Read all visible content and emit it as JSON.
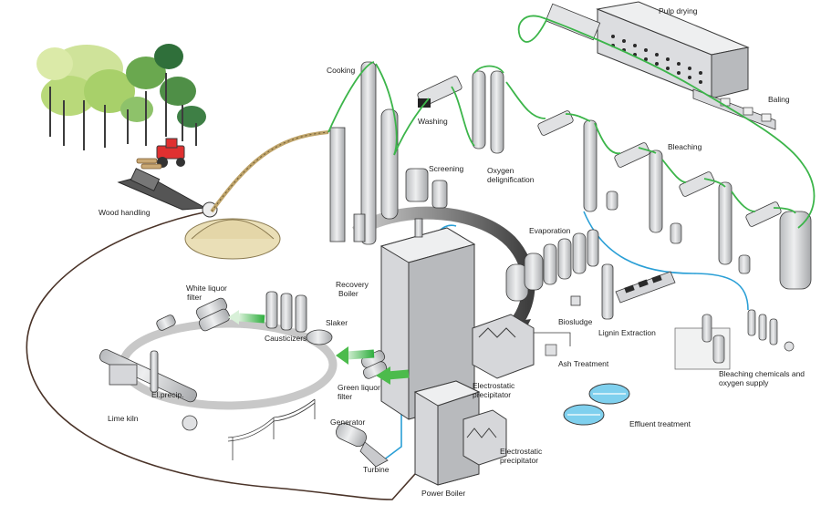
{
  "labels": {
    "pulp_drying": "Pulp drying",
    "baling": "Baling",
    "cooking": "Cooking",
    "washing": "Washing",
    "screening": "Screening",
    "oxygen_delignification_1": "Oxygen",
    "oxygen_delignification_2": "delignification",
    "bleaching": "Bleaching",
    "wood_handling": "Wood handling",
    "evaporation": "Evaporation",
    "recovery_boiler_1": "Recovery",
    "recovery_boiler_2": "Boiler",
    "white_liquor_filter_1": "White liquor",
    "white_liquor_filter_2": "filter",
    "causticizers": "Causticizers",
    "slaker": "Slaker",
    "biosludge": "Biosludge",
    "lignin_extraction": "Lignin Extraction",
    "ash_treatment": "Ash Treatment",
    "bleaching_chemicals_1": "Bleaching chemicals and",
    "bleaching_chemicals_2": "oxygen supply",
    "el_precip": "El.precip.",
    "green_liquor_filter_1": "Green liquor",
    "green_liquor_filter_2": "filter",
    "electrostatic_precipitator_1_a": "Electrostatic",
    "electrostatic_precipitator_1_b": "precipitator",
    "lime_kiln": "Lime kiln",
    "effluent_treatment": "Effluent treatment",
    "generator": "Generator",
    "turbine": "Turbine",
    "power_boiler": "Power Boiler",
    "electrostatic_precipitator_2_a": "Electrostatic",
    "electrostatic_precipitator_2_b": "precipitator"
  },
  "colors": {
    "pulp_line": "#3cb54a",
    "water_line": "#2a9fd6",
    "return_line": "#4a3328",
    "equipment": "#d9dadc",
    "equipment_dark": "#8e9094",
    "outline": "#3a3a3a",
    "chip_pile": "#e9ddb5",
    "tree_green": "#9ccc5a",
    "trunk": "#3c3c3c",
    "tractor": "#e03030",
    "effluent_water": "#7fd0ee",
    "arrow_dark": "#4a4a4a",
    "arrow_green": "#4cbb4c"
  }
}
